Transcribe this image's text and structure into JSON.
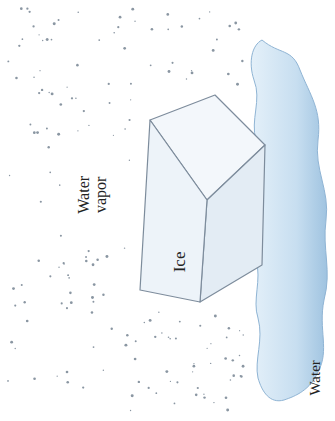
{
  "diagram": {
    "nodes": [
      {
        "text": [
          "Ice"
        ]
      }
    ],
    "labels": [
      "Water vapor",
      "Water"
    ]
  }
}
